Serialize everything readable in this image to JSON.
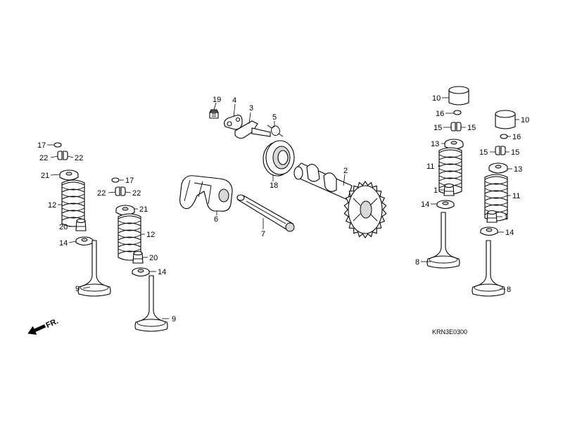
{
  "diagram_code": "KRN3E0300",
  "direction_label": "FR.",
  "labels": {
    "n1": "1",
    "n2": "2",
    "n3": "3",
    "n4": "4",
    "n5": "5",
    "n6": "6",
    "n7": "7",
    "n8": "8",
    "n9": "9",
    "n10": "10",
    "n11": "11",
    "n12": "12",
    "n13": "13",
    "n14": "14",
    "n15": "15",
    "n16": "16",
    "n17": "17",
    "n18": "18",
    "n19": "19",
    "n20": "20",
    "n21": "21",
    "n22": "22"
  }
}
